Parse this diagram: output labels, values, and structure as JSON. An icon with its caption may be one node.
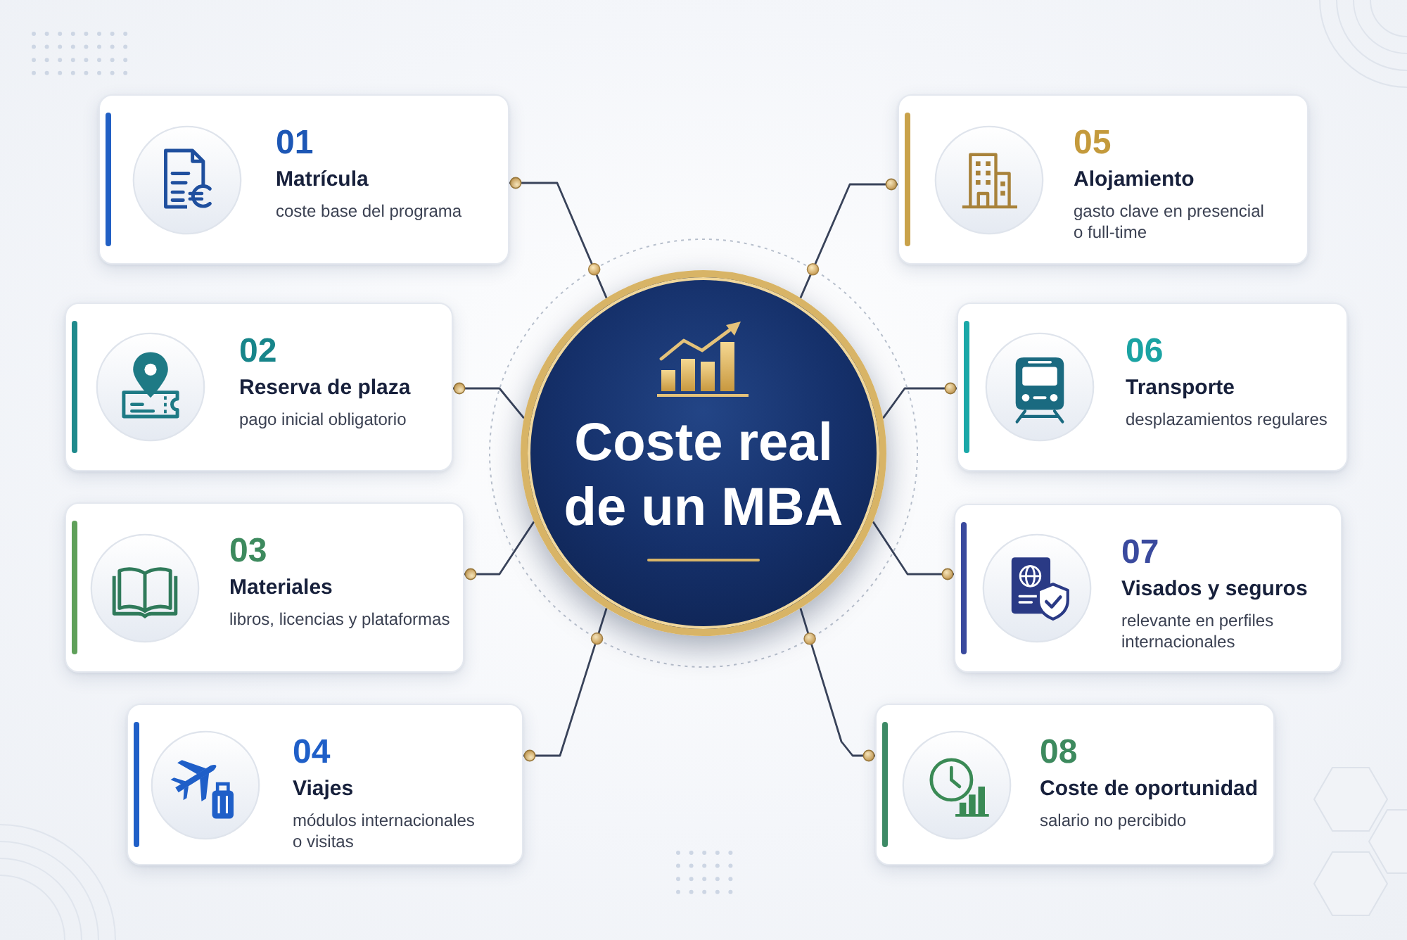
{
  "diagram": {
    "nodes": [
      {
        "text": [
          "Coste real de un MBA"
        ]
      },
      {
        "text": [
          "01",
          "Matrícula",
          "coste base del programa"
        ]
      },
      {
        "text": [
          "02",
          "Reserva de plaza",
          "pago inicial obligatorio"
        ]
      },
      {
        "text": [
          "03",
          "Materiales",
          "libros, licencias y plataformas"
        ]
      },
      {
        "text": [
          "04",
          "Viajes",
          "módulos internacionales o visitas"
        ]
      },
      {
        "text": [
          "05",
          "Alojamiento",
          "gasto clave en presencial o full-time"
        ]
      },
      {
        "text": [
          "06",
          "Transporte",
          "desplazamientos regulares"
        ]
      },
      {
        "text": [
          "07",
          "Visados y seguros",
          "relevante en perfiles internacionales"
        ]
      },
      {
        "text": [
          "08",
          "Coste de oportunidad",
          "salario no percibido"
        ]
      }
    ],
    "edges": [
      {
        "from": 0,
        "to": 1,
        "arrow": "other"
      },
      {
        "from": 0,
        "to": 2,
        "arrow": "other"
      },
      {
        "from": 0,
        "to": 3,
        "arrow": "other"
      },
      {
        "from": 0,
        "to": 4,
        "arrow": "other"
      },
      {
        "from": 0,
        "to": 5,
        "arrow": "other"
      },
      {
        "from": 0,
        "to": 6,
        "arrow": "other"
      },
      {
        "from": 0,
        "to": 7,
        "arrow": "other"
      },
      {
        "from": 0,
        "to": 8,
        "arrow": "other"
      }
    ]
  }
}
